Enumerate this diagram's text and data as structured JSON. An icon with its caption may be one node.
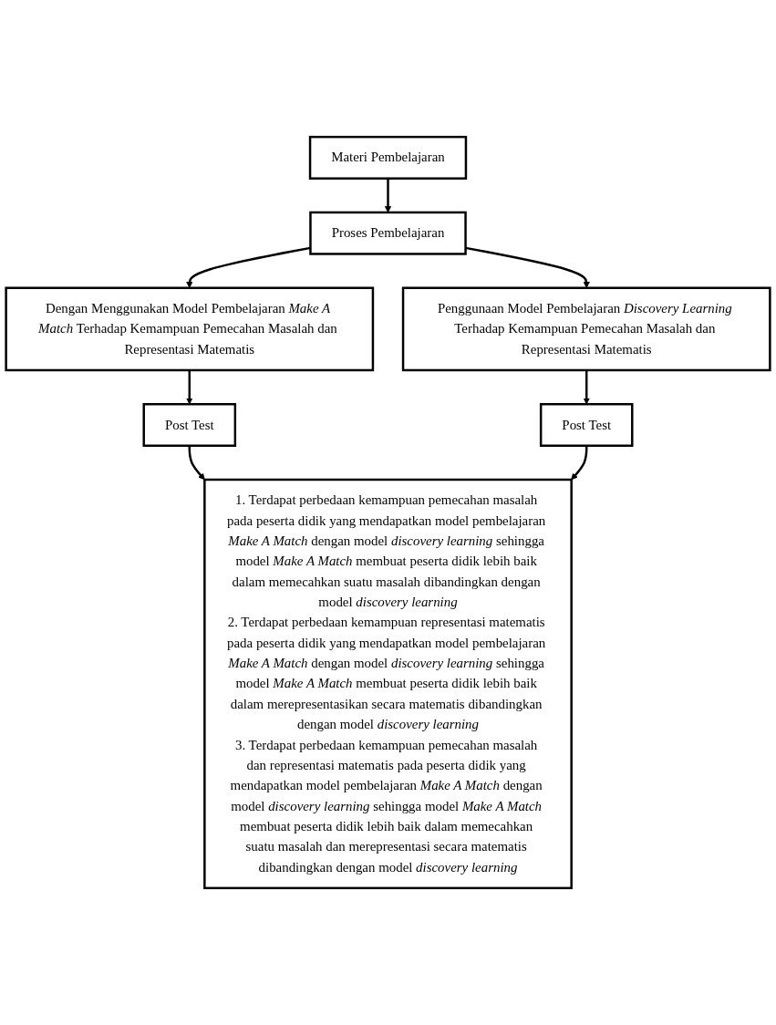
{
  "diagram": {
    "nodes": [
      {
        "text": [
          "Materi Pembelajaran"
        ]
      },
      {
        "text": [
          "Proses Pembelajaran"
        ]
      },
      {
        "text": [
          "Dengan Menggunakan Model Pembelajaran *Make A Match* Terhadap Kemampuan Pemecahan Masalah dan Representasi Matematis"
        ]
      },
      {
        "text": [
          "Penggunaan Model Pembelajaran *Discovery Learning* Terhadap Kemampuan Pemecahan Masalah dan Representasi Matematis"
        ]
      },
      {
        "text": [
          "Post Test"
        ]
      },
      {
        "text": [
          "Post Test"
        ]
      },
      {
        "text": [
          "1. Terdapat perbedaan kemampuan pemecahan masalah pada peserta didik yang mendapatkan model pembelajaran *Make A Match* dengan model *discovery learning* sehingga model *Make A Match* membuat peserta didik lebih baik dalam memecahkan suatu masalah dibandingkan dengan model *discovery learning*",
          "2. Terdapat perbedaan kemampuan representasi matematis pada peserta didik yang mendapatkan model pembelajaran *Make A Match* dengan model *discovery learning* sehingga model *Make A Match* membuat peserta didik lebih baik dalam merepresentasikan secara matematis dibandingkan dengan model *discovery learning*",
          "3. Terdapat perbedaan kemampuan pemecahan masalah dan representasi matematis pada peserta didik yang mendapatkan model pembelajaran *Make A Match* dengan model *discovery learning* sehingga model *Make A Match* membuat peserta didik lebih baik dalam memecahkan suatu masalah dan merepresentasi secara matematis dibandingkan dengan model *discovery learning*"
        ]
      }
    ],
    "edges": [
      {
        "from": 0,
        "to": 1,
        "arrow": "to"
      },
      {
        "from": 1,
        "to": 2,
        "arrow": "to"
      },
      {
        "from": 1,
        "to": 3,
        "arrow": "to"
      },
      {
        "from": 2,
        "to": 4,
        "arrow": "to"
      },
      {
        "from": 3,
        "to": 5,
        "arrow": "to"
      },
      {
        "from": 4,
        "to": 6,
        "arrow": "to"
      },
      {
        "from": 5,
        "to": 6,
        "arrow": "to"
      }
    ]
  }
}
